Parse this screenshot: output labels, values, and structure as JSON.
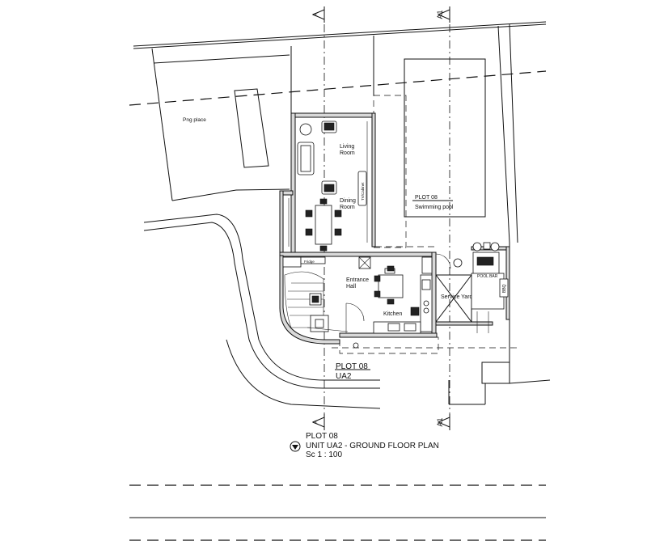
{
  "grid_markers": {
    "a": "A",
    "a1": "A1"
  },
  "rooms": {
    "living": [
      "Living",
      "Room"
    ],
    "dining": [
      "Dining",
      "Room"
    ],
    "entrance": [
      "Entrance",
      "Hall"
    ],
    "kitchen": "Kitchen",
    "service_yard": "Service Yard",
    "png_place": "Png place"
  },
  "fixtures": {
    "fridge": "Fridge",
    "pool_bar": "POOL BAR",
    "bbq": "BBQ",
    "tv_unit": "TV/Cabinet"
  },
  "labels": {
    "pool_plot": "PLOT 08",
    "pool_name": "Swimming pool",
    "plot_title": "PLOT 08",
    "unit_code": "UA2"
  },
  "caption": {
    "line1": "PLOT 08",
    "line2": "UNIT UA2 - GROUND FLOOR PLAN",
    "line3": "Sc 1 : 100"
  }
}
